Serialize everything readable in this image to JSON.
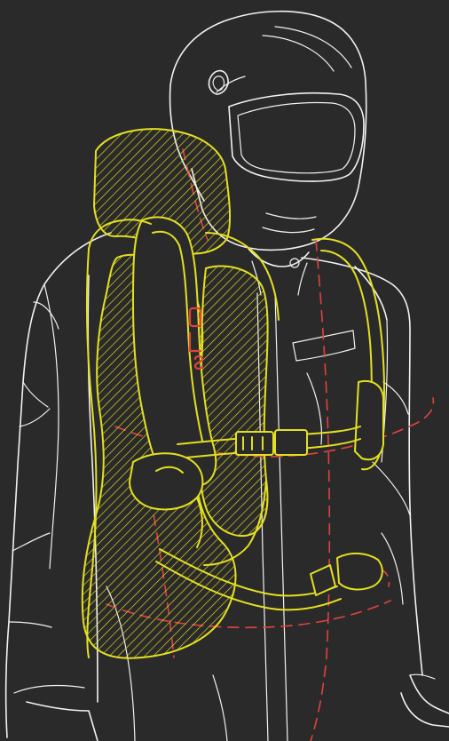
{
  "colors": {
    "background": "#2b2a2b",
    "outline": "#f2f2f2",
    "protector": "#e3e021",
    "axis": "#e0433d"
  },
  "figure": {
    "subject": "rider-with-airbag-backpack",
    "parts": [
      "helmet",
      "jacket",
      "back-protector",
      "shoulder-strap",
      "chest-strap",
      "waist-belt",
      "buckle",
      "logo-mark",
      "axis-lines"
    ]
  }
}
